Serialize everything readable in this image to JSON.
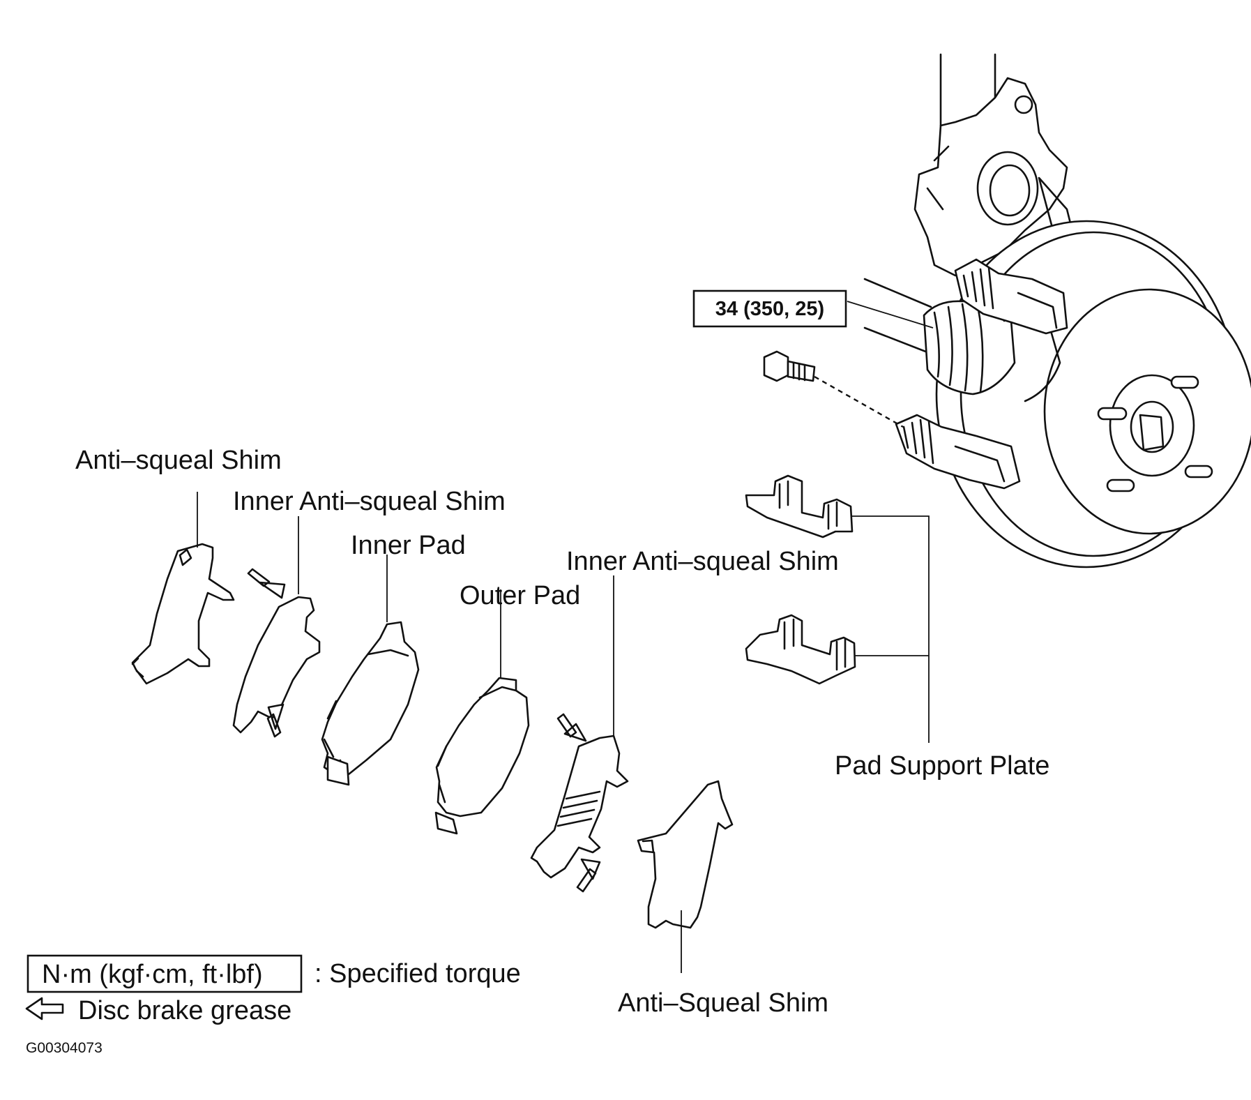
{
  "labels": {
    "anti_squeal_shim_left": "Anti–squeal Shim",
    "inner_anti_squeal_shim_left": "Inner Anti–squeal Shim",
    "inner_pad": "Inner Pad",
    "outer_pad": "Outer Pad",
    "inner_anti_squeal_shim_right": "Inner Anti–squeal Shim",
    "anti_squeal_shim_bottom": "Anti–Squeal Shim",
    "pad_support_plate": "Pad Support Plate"
  },
  "torque_value": "34 (350, 25)",
  "legend": {
    "torque_unit_box": "N·m (kgf·cm, ft·lbf)",
    "torque_desc": ": Specified torque",
    "grease_desc": "Disc brake grease"
  },
  "figure_code": "G00304073",
  "icons": {
    "grease_arrow": "hollow-left-arrow-icon"
  }
}
